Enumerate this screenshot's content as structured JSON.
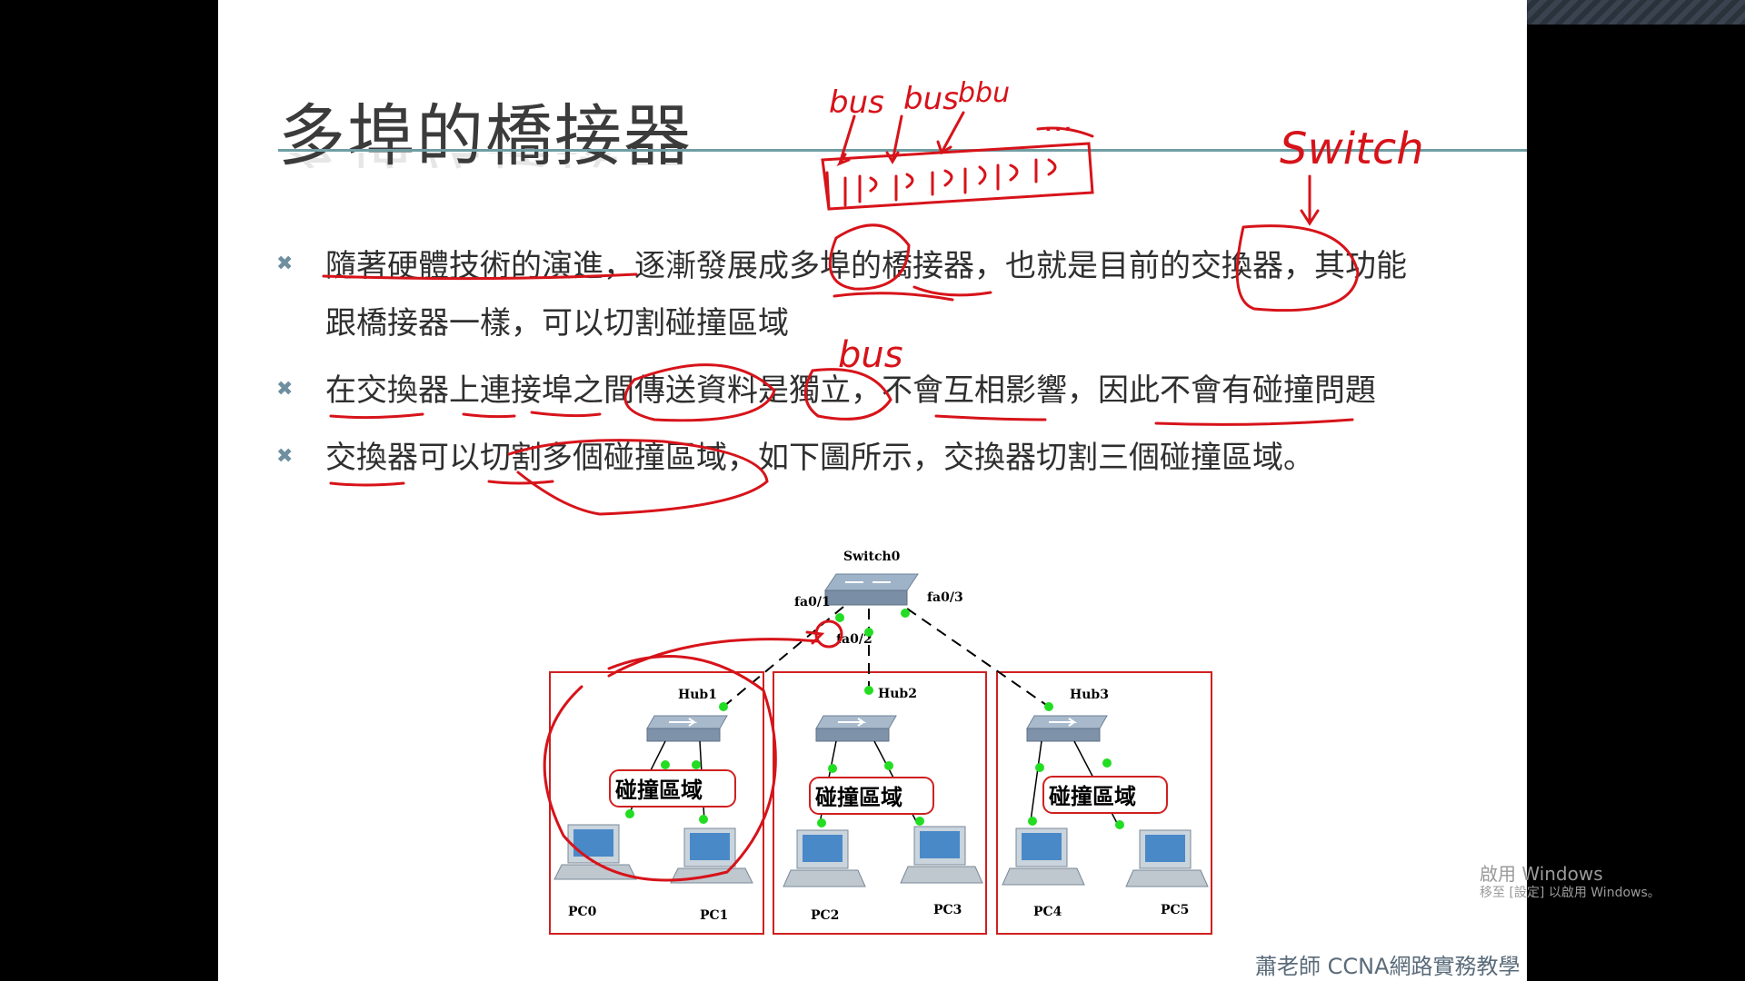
{
  "slide": {
    "title": "多埠的橋接器",
    "bullets": [
      {
        "line1": "隨著硬體技術的演進，逐漸發展成多埠的橋接器，也就是目前的交換器，其功能",
        "line2": "跟橋接器一樣，可以切割碰撞區域"
      },
      {
        "line1": "在交換器上連接埠之間傳送資料是獨立，不會互相影響，因此不會有碰撞問題"
      },
      {
        "line1": "交換器可以切割多個碰撞區域，如下圖所示，交換器切割三個碰撞區域。"
      }
    ],
    "bullet_symbol": "✖"
  },
  "diagram": {
    "switch": "Switch0",
    "ports": {
      "p1": "fa0/1",
      "p2": "fa0/2",
      "p3": "fa0/3"
    },
    "hubs": [
      "Hub1",
      "Hub2",
      "Hub3"
    ],
    "zone_label": "碰撞區域",
    "pcs": [
      "PC0",
      "PC1",
      "PC2",
      "PC3",
      "PC4",
      "PC5"
    ]
  },
  "annotations": {
    "bus1": "bus",
    "bus2": "bus",
    "bus3": "bbu",
    "dots": "...",
    "switch": "Switch",
    "bus4": "bus"
  },
  "footer": "蕭老師 CCNA網路實務教學",
  "watermark": {
    "line1": "啟用 Windows",
    "line2": "移至 [設定] 以啟用 Windows。"
  },
  "colors": {
    "accent_line": "#6f9ea4",
    "ink_red": "#d7131a",
    "link_green": "#22dd22",
    "zone_border": "#d02020"
  }
}
